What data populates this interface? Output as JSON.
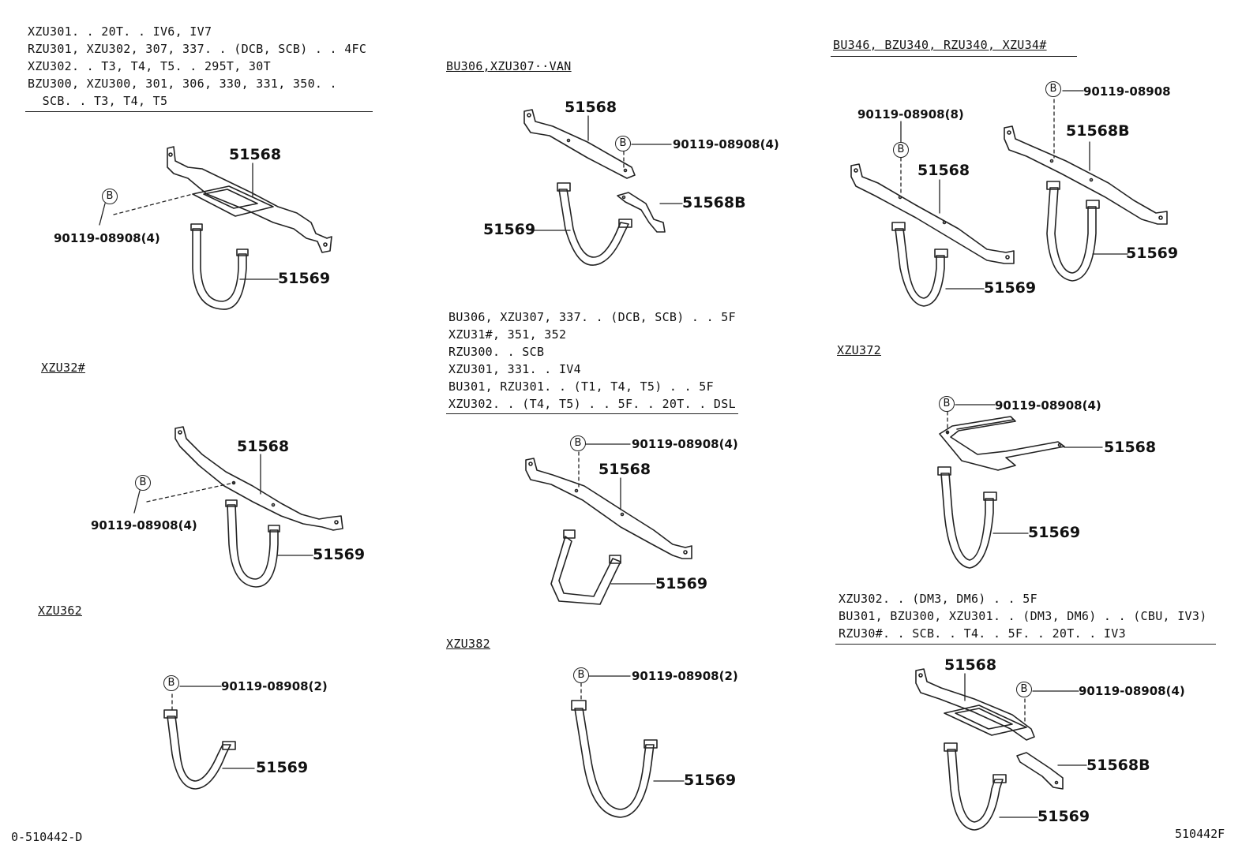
{
  "panels": [
    {
      "id": "p1",
      "lines": [
        "XZU301. . 20T. . IV6, IV7",
        "RZU301, XZU302, 307, 337. . (DCB, SCB) . . 4FC",
        "XZU302. . T3, T4, T5. . 295T, 30T",
        "BZU300, XZU300, 301, 306, 330, 331, 350. .",
        "  SCB. . T3, T4, T5"
      ],
      "parts": {
        "a": "51568",
        "b": "51569"
      },
      "bolt": "90119-08908(4)",
      "callout": "B"
    },
    {
      "id": "p2",
      "title": "XZU32#",
      "parts": {
        "a": "51568",
        "b": "51569"
      },
      "bolt": "90119-08908(4)",
      "callout": "B"
    },
    {
      "id": "p3",
      "title": "XZU362",
      "parts": {
        "b": "51569"
      },
      "bolt": "90119-08908(2)",
      "callout": "B"
    },
    {
      "id": "p4",
      "title": "BU306,XZU307··VAN",
      "parts": {
        "a": "51568",
        "b": "51569",
        "c": "51568B"
      },
      "bolt": "90119-08908(4)",
      "callout": "B"
    },
    {
      "id": "p5",
      "lines": [
        "BU306, XZU307, 337. . (DCB, SCB) . . 5F",
        "XZU31#, 351, 352",
        "RZU300. . SCB",
        "XZU301, 331. . IV4",
        "BU301, RZU301. . (T1, T4, T5) . . 5F",
        "XZU302. . (T4, T5) . . 5F. . 20T. . DSL"
      ],
      "parts": {
        "a": "51568",
        "b": "51569"
      },
      "bolt": "90119-08908(4)",
      "callout": "B"
    },
    {
      "id": "p6",
      "title": "XZU382",
      "parts": {
        "b": "51569"
      },
      "bolt": "90119-08908(2)",
      "callout": "B"
    },
    {
      "id": "p7",
      "title": "BU346, BZU340, RZU340, XZU34#",
      "parts": {
        "a": "51568",
        "b": "51569",
        "c": "51568B",
        "d": "51569"
      },
      "bolt": "90119-08908(8)",
      "bolt2": "90119-08908",
      "callout": "B"
    },
    {
      "id": "p8",
      "title": "XZU372",
      "parts": {
        "a": "51568",
        "b": "51569"
      },
      "bolt": "90119-08908(4)",
      "callout": "B"
    },
    {
      "id": "p9",
      "lines": [
        "XZU302. . (DM3, DM6) . . 5F",
        "BU301, BZU300, XZU301. . (DM3, DM6) . . (CBU, IV3)",
        "RZU30#. . SCB. . T4. . 5F. . 20T. . IV3"
      ],
      "parts": {
        "a": "51568",
        "b": "51569",
        "c": "51568B"
      },
      "bolt": "90119-08908(4)",
      "callout": "B"
    }
  ],
  "footer": {
    "left": "0-510442-D",
    "right": "510442F"
  }
}
